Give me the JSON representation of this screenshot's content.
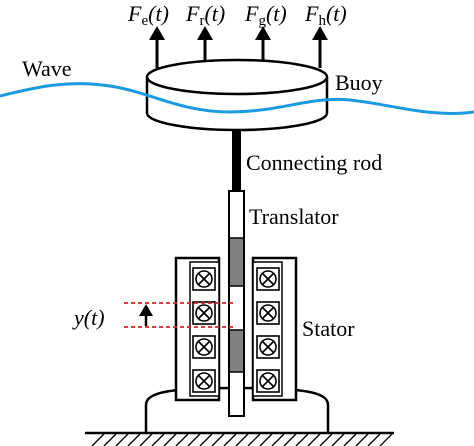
{
  "labels": {
    "wave": "Wave",
    "buoy": "Buoy",
    "connecting_rod": "Connecting rod",
    "translator": "Translator",
    "stator": "Stator",
    "displacement": "y(t)"
  },
  "forces": [
    {
      "symbol": "F",
      "subscript": "e",
      "arg": "(t)"
    },
    {
      "symbol": "F",
      "subscript": "r",
      "arg": "(t)"
    },
    {
      "symbol": "F",
      "subscript": "g",
      "arg": "(t)"
    },
    {
      "symbol": "F",
      "subscript": "h",
      "arg": "(t)"
    }
  ],
  "colors": {
    "wave": "#1a9be0",
    "dashed_marker": "#e02020",
    "translator_magnet": "#808080",
    "outline": "#000000"
  },
  "icons": {
    "coil": "circle-with-x",
    "ground": "hatched-line"
  }
}
